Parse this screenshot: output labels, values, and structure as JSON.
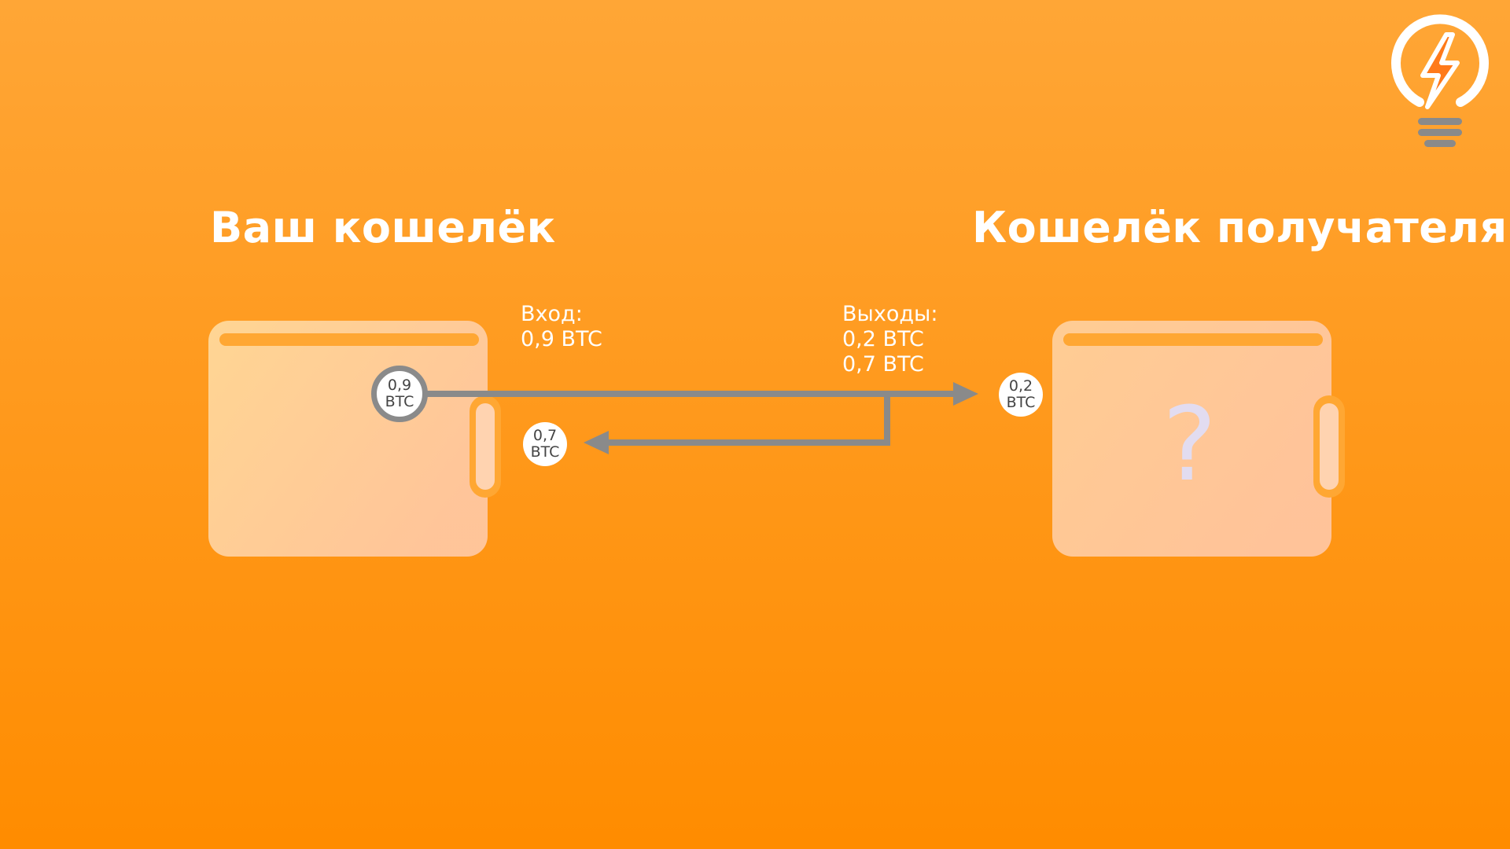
{
  "titles": {
    "your_wallet": "Ваш кошелёк",
    "recipient_wallet": "Кошелёк получателя"
  },
  "labels": {
    "input_title": "Вход:",
    "input_value": "0,9 BTC",
    "outputs_title": "Выходы:",
    "output_1": "0,2 BTC",
    "output_2": "0,7 BTC"
  },
  "coins": {
    "source": {
      "amount": "0,9",
      "unit": "BTC"
    },
    "recipient": {
      "amount": "0,2",
      "unit": "BTC"
    },
    "change": {
      "amount": "0,7",
      "unit": "BTC"
    }
  },
  "recipient_unknown_symbol": "?",
  "icons": {
    "logo": "lightbulb-lightning-icon",
    "arrow_out": "arrow-right-icon",
    "arrow_change": "arrow-left-icon"
  },
  "colors": {
    "background_top": "#ffa636",
    "background_bottom": "#ff8c00",
    "wallet_fill": "#ffd9a8",
    "arrow": "#8a8a8a",
    "text": "#ffffff"
  }
}
